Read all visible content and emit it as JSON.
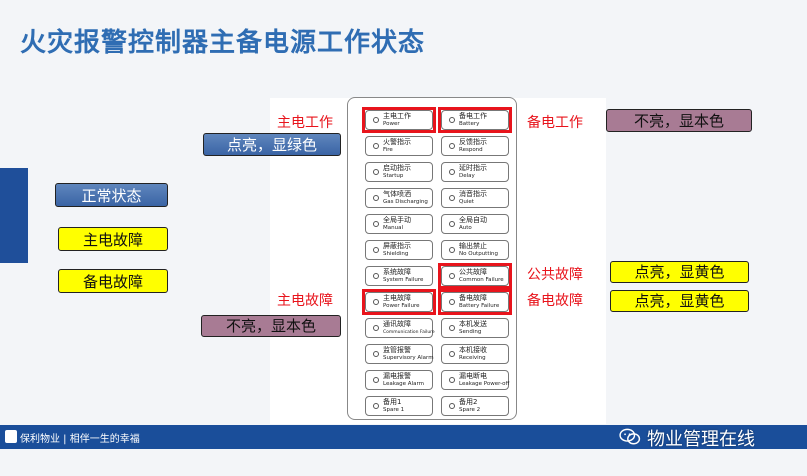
{
  "title": "火灾报警控制器主备电源工作状态",
  "left_tags": [
    {
      "label": "正常状态"
    },
    {
      "label": "主电故障"
    },
    {
      "label": "备电故障"
    }
  ],
  "callouts": {
    "main_on": "点亮，显绿色",
    "battery_off": "不亮，显本色",
    "common_fault_on": "点亮，显黄色",
    "battery_fault_on": "点亮，显黄色",
    "main_fault_off": "不亮，显本色"
  },
  "red_labels": {
    "main_work": "主电工作",
    "battery_work": "备电工作",
    "common_fault": "公共故障",
    "main_fault": "主电故障",
    "battery_fault": "备电故障"
  },
  "panel_buttons": [
    {
      "cn": "主电工作",
      "en": "Power"
    },
    {
      "cn": "备电工作",
      "en": "Battery"
    },
    {
      "cn": "火警指示",
      "en": "Fire"
    },
    {
      "cn": "反馈指示",
      "en": "Respond"
    },
    {
      "cn": "启动指示",
      "en": "Startup"
    },
    {
      "cn": "延时指示",
      "en": "Delay"
    },
    {
      "cn": "气体喷洒",
      "en": "Gas Discharging"
    },
    {
      "cn": "消音指示",
      "en": "Quiet"
    },
    {
      "cn": "全局手动",
      "en": "Manual"
    },
    {
      "cn": "全局自动",
      "en": "Auto"
    },
    {
      "cn": "屏蔽指示",
      "en": "Shielding"
    },
    {
      "cn": "输出禁止",
      "en": "No Outputting"
    },
    {
      "cn": "系统故障",
      "en": "System Failure"
    },
    {
      "cn": "公共故障",
      "en": "Common Failure"
    },
    {
      "cn": "主电故障",
      "en": "Power Failure"
    },
    {
      "cn": "备电故障",
      "en": "Battery Failure"
    },
    {
      "cn": "通讯故障",
      "en": "Communication Failure"
    },
    {
      "cn": "本机发送",
      "en": "Sending"
    },
    {
      "cn": "监管报警",
      "en": "Supervisory Alarm"
    },
    {
      "cn": "本机接收",
      "en": "Receiving"
    },
    {
      "cn": "漏电报警",
      "en": "Leakage Alarm"
    },
    {
      "cn": "漏电断电",
      "en": "Leakage Power-off"
    },
    {
      "cn": "备用1",
      "en": "Spare 1"
    },
    {
      "cn": "备用2",
      "en": "Spare 2"
    }
  ],
  "footer": {
    "brand": "保利物业 | 相伴一生的幸福",
    "wechat_account": "物业管理在线"
  },
  "colors": {
    "title": "#2f6db3",
    "highlight_red": "#e8141c",
    "callout_yellow": "#ffff00",
    "callout_blue": "#3a64a5",
    "callout_purple": "#a87b94",
    "footer_blue": "#1a4e9a"
  }
}
